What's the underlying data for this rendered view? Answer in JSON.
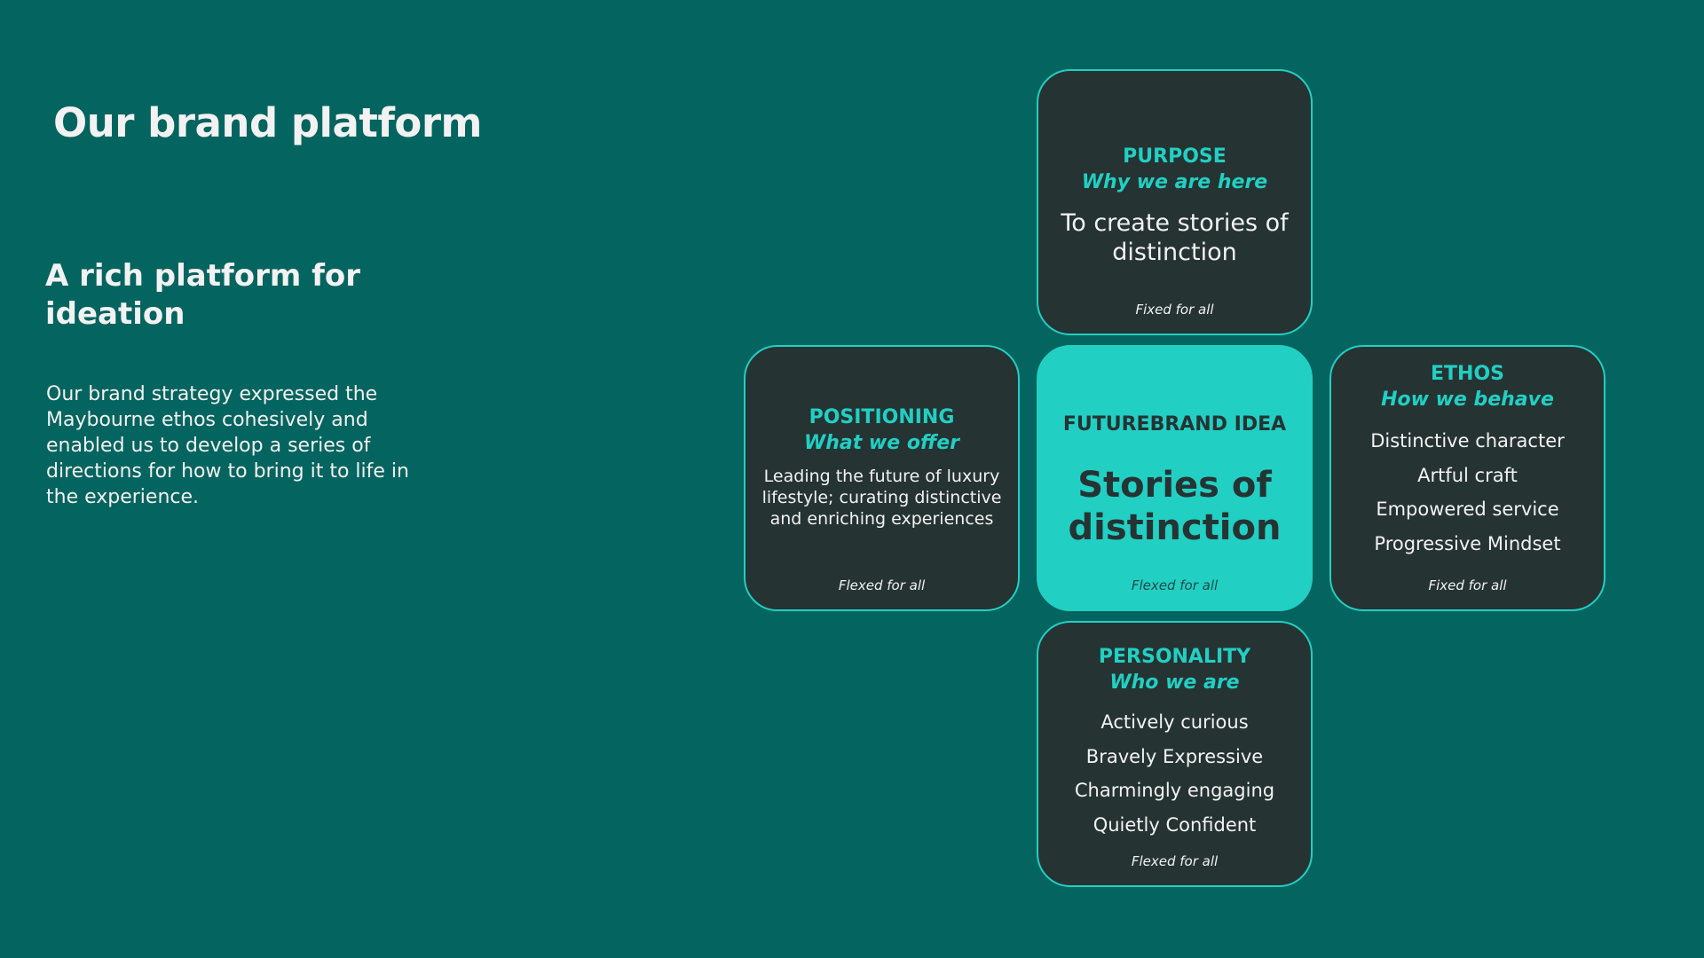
{
  "page": {
    "title": "Our brand platform",
    "subtitle": "A rich platform for ideation",
    "body": "Our brand strategy expressed the Maybourne ethos cohesively and enabled us to develop a series of directions for how to bring it to life in the experience."
  },
  "colors": {
    "background": "#04645f",
    "card": "#263333",
    "accent": "#22cfc3",
    "text": "#f2f2f2"
  },
  "cards": {
    "purpose": {
      "heading": "PURPOSE",
      "sub": "Why we are here",
      "statement": "To create stories of distinction",
      "footer": "Fixed for all"
    },
    "positioning": {
      "heading": "POSITIONING",
      "sub": "What we offer",
      "statement": "Leading the future of luxury lifestyle; curating distinctive and enriching experiences",
      "footer": "Flexed for all"
    },
    "idea": {
      "heading": "FUTUREBRAND IDEA",
      "statement": "Stories of distinction",
      "footer": "Flexed for all"
    },
    "ethos": {
      "heading": "ETHOS",
      "sub": "How we behave",
      "items": [
        "Distinctive character",
        "Artful craft",
        "Empowered service",
        "Progressive Mindset"
      ],
      "footer": "Fixed for all"
    },
    "personality": {
      "heading": "PERSONALITY",
      "sub": "Who we are",
      "items": [
        "Actively curious",
        "Bravely Expressive",
        "Charmingly engaging",
        "Quietly Confident"
      ],
      "footer": "Flexed for all"
    }
  }
}
